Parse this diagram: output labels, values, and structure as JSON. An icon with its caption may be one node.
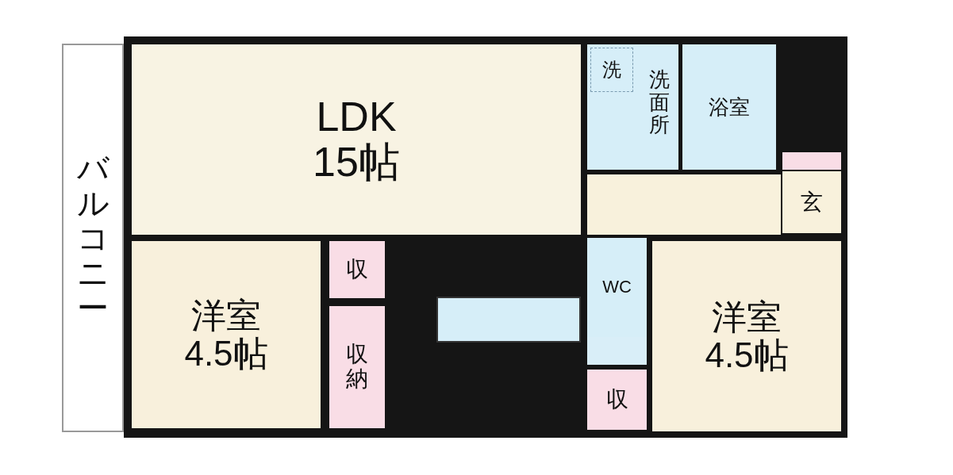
{
  "diagram": {
    "nodes": [
      {
        "text": [
          "バルコニー"
        ]
      },
      {
        "text": [
          "LDK",
          "15帖"
        ]
      },
      {
        "text": [
          "洗面所"
        ]
      },
      {
        "text": [
          "洗"
        ],
        "in": 2
      },
      {
        "text": [
          "浴室"
        ]
      },
      {
        "text": [
          "玄"
        ]
      },
      {
        "text": [
          "WC"
        ]
      },
      {
        "text": [
          "洋室",
          "4.5帖"
        ]
      },
      {
        "text": [
          "収"
        ]
      },
      {
        "text": [
          "収納"
        ]
      },
      {
        "text": [
          "洋室",
          "4.5帖"
        ]
      },
      {
        "text": [
          "収"
        ]
      }
    ]
  }
}
